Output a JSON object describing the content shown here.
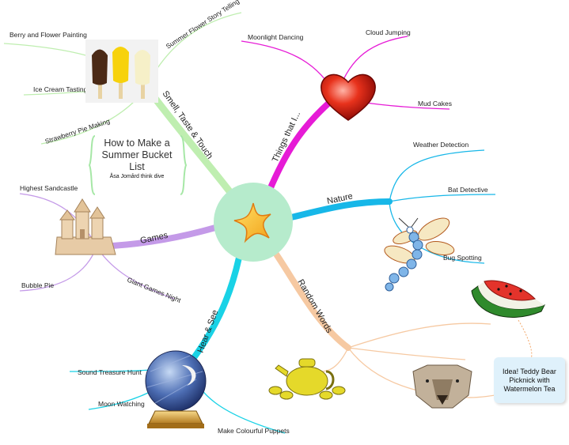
{
  "center": {
    "title": "How to Make a Summer Bucket List",
    "author": "Åsa Jomård think dive"
  },
  "branches": {
    "smell": {
      "label": "Smell, Taste & Touch",
      "color": "#bfeeb0",
      "items": [
        "Summer Flower Story Telling",
        "Berry and Flower Painting",
        "Ice Cream Tasting",
        "Strawberry Pie Making"
      ]
    },
    "things": {
      "label": "Things that I...",
      "color": "#e61bd6",
      "items": [
        "Moonlight Dancing",
        "Cloud Jumping",
        "Mud Cakes"
      ]
    },
    "nature": {
      "label": "Nature",
      "color": "#17b7e8",
      "items": [
        "Weather Detection",
        "Bat Detective",
        "Bug Spotting"
      ]
    },
    "random": {
      "label": "Random Words",
      "color": "#f6c9a2",
      "items": []
    },
    "hear": {
      "label": "Hear & See",
      "color": "#19d2e6",
      "items": [
        "Sound Treasure Hunt",
        "Moon Watching",
        "Make Colourful Puppets"
      ]
    },
    "games": {
      "label": "Games",
      "color": "#c49ae8",
      "items": [
        "Highest Sandcastle",
        "Bubble Pie",
        "Giant Games Night"
      ]
    }
  },
  "callout": {
    "text": "Idea! Teddy Bear Picknick with Watermelon Tea"
  },
  "icons": [
    "starfish-icon",
    "ice-cream-icon",
    "heart-icon",
    "dragonfly-icon",
    "watermelon-icon",
    "bear-icon",
    "teapot-icon",
    "moon-globe-icon",
    "sandcastle-icon"
  ]
}
